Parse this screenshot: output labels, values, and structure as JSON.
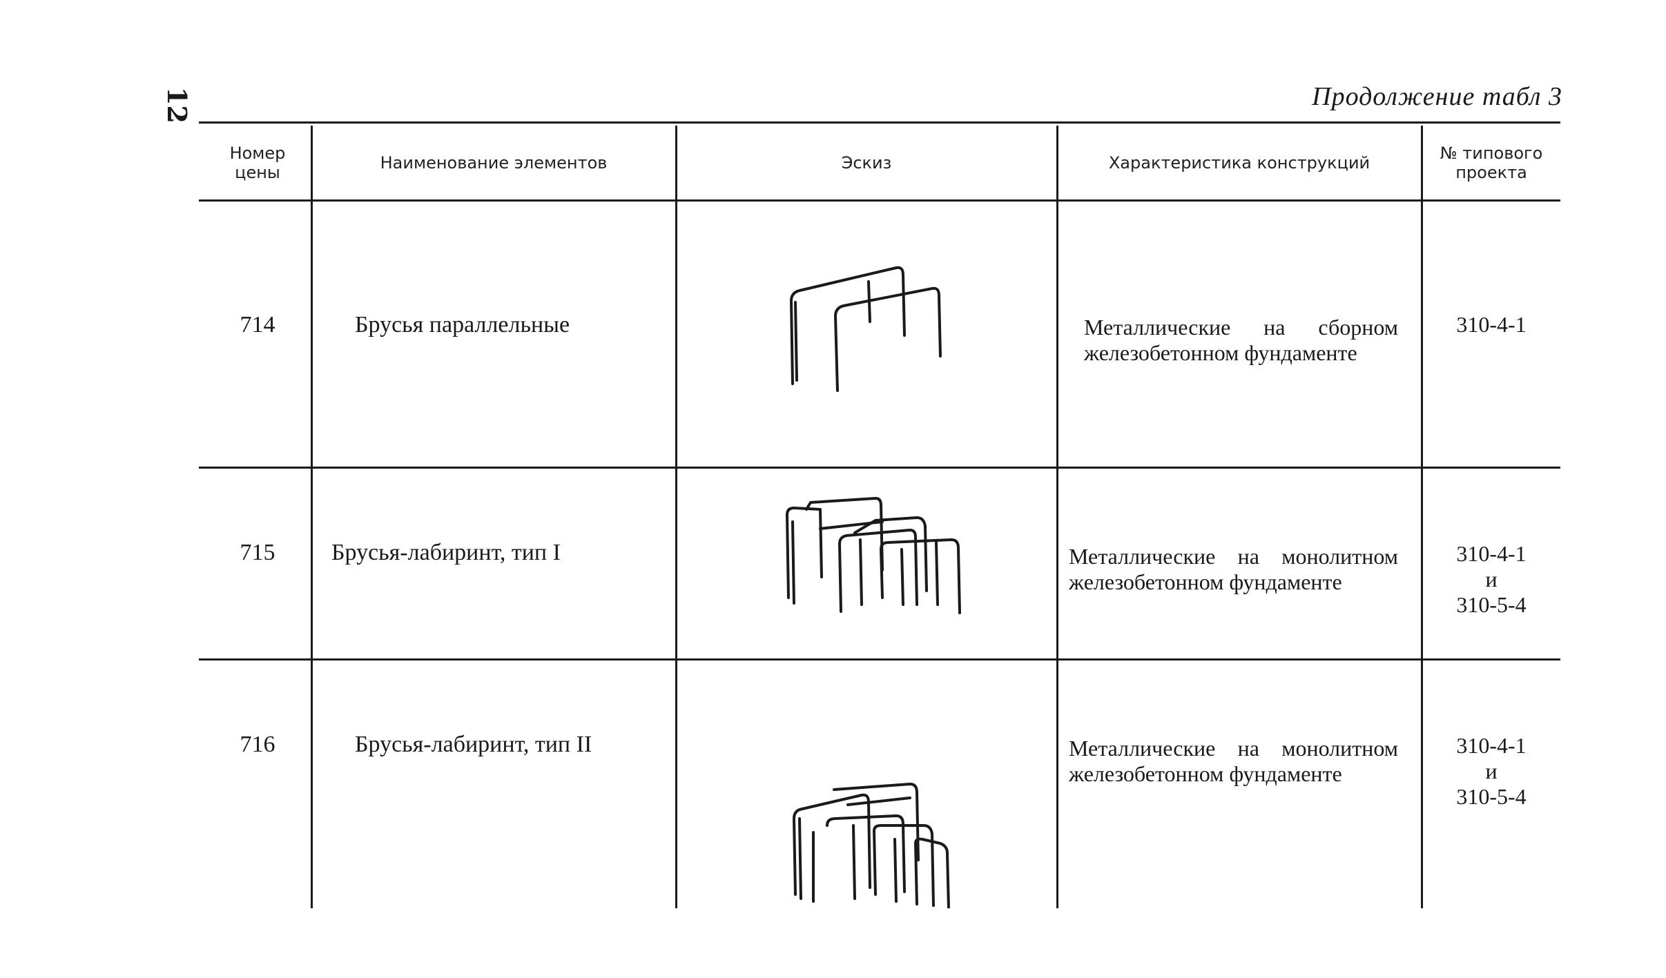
{
  "header": {
    "page_number": "12",
    "continuation": "Продолжение табл 3"
  },
  "table": {
    "columns": [
      "Номер цены",
      "Наименование элементов",
      "Эскиз",
      "Характеристика конструкций",
      "№ типового проекта"
    ],
    "rows": [
      {
        "number": "714",
        "name": "Брусья параллельные",
        "sketch_icon": "parallel-bars-sketch-icon",
        "characteristic": "Металлические на сборном железобетонном фундаменте",
        "project_line1": "310-4-1",
        "project_line2": "",
        "project_line3": ""
      },
      {
        "number": "715",
        "name": "Брусья-лабиринт, тип I",
        "sketch_icon": "labyrinth-bars-type1-sketch-icon",
        "characteristic": "Металлические на монолитном железобетонном фундаменте",
        "project_line1": "310-4-1",
        "project_line2": "и",
        "project_line3": "310-5-4"
      },
      {
        "number": "716",
        "name": "Брусья-лабиринт, тип II",
        "sketch_icon": "labyrinth-bars-type2-sketch-icon",
        "characteristic": "Металлические на монолитном железобетонном фундаменте",
        "project_line1": "310-4-1",
        "project_line2": "и",
        "project_line3": "310-5-4"
      }
    ]
  }
}
